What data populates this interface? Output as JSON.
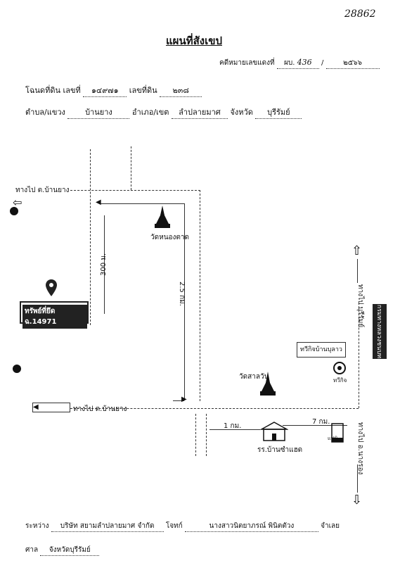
{
  "corner_mark": "28862",
  "title": "แผนที่สังเขป",
  "case_no": {
    "label": "คดีหมายเลขแดงที่",
    "prefix": "ผบ.",
    "number": "436",
    "sep": "/",
    "year": "๒๕๖๖"
  },
  "deed": {
    "label": "โฉนดที่ดิน เลขที่",
    "value": "๑๔๙๗๑",
    "parcel_label": "เลขที่ดิน",
    "parcel_value": "๒๓๘"
  },
  "location": {
    "subdistrict_label": "ตำบล/แขวง",
    "subdistrict": "บ้านยาง",
    "district_label": "อำเภอ/เขต",
    "district": "ลำปลายมาศ",
    "province_label": "จังหวัด",
    "province": "บุรีรัมย์"
  },
  "map": {
    "to_ban_yang_top": "ทางไป ต.บ้านยาง",
    "to_ban_yang_mid": "ทางไป ต.บ้านยาง",
    "temple_north": "วัดหนองตาด",
    "temple_south": "วัดสาลวัน",
    "dist_300": "300 ม.",
    "dist_2_5": "2.5 กม.",
    "land_badge": "ทรัพย์ที่ยึด ฉ.14971",
    "to_buriram": "ทางไป บุรีรัมย์",
    "to_nang_rong": "ทางไป อ.นางรอง",
    "sign_text": "กรมทางหลวงชนบท",
    "shop_label": "ทวีกิจบ้านบุลาว",
    "shop_short": "ทวีกิจ",
    "dist_1km": "1 กม.",
    "dist_7km": "7 กม.",
    "school": "รร.บ้านซำแฮด",
    "store_label": "แฟมิ"
  },
  "parties": {
    "between_label": "ระหว่าง",
    "plaintiff": "บริษัท สยามลำปลายมาศ จำกัด",
    "plaintiff_role": "โจทก์",
    "defendant": "นางสาวนิตยาภรณ์ พินิตตัวง",
    "defendant_role": "จำเลย"
  },
  "court": {
    "label": "ศาล",
    "value": "จังหวัดบุรีรัมย์"
  }
}
